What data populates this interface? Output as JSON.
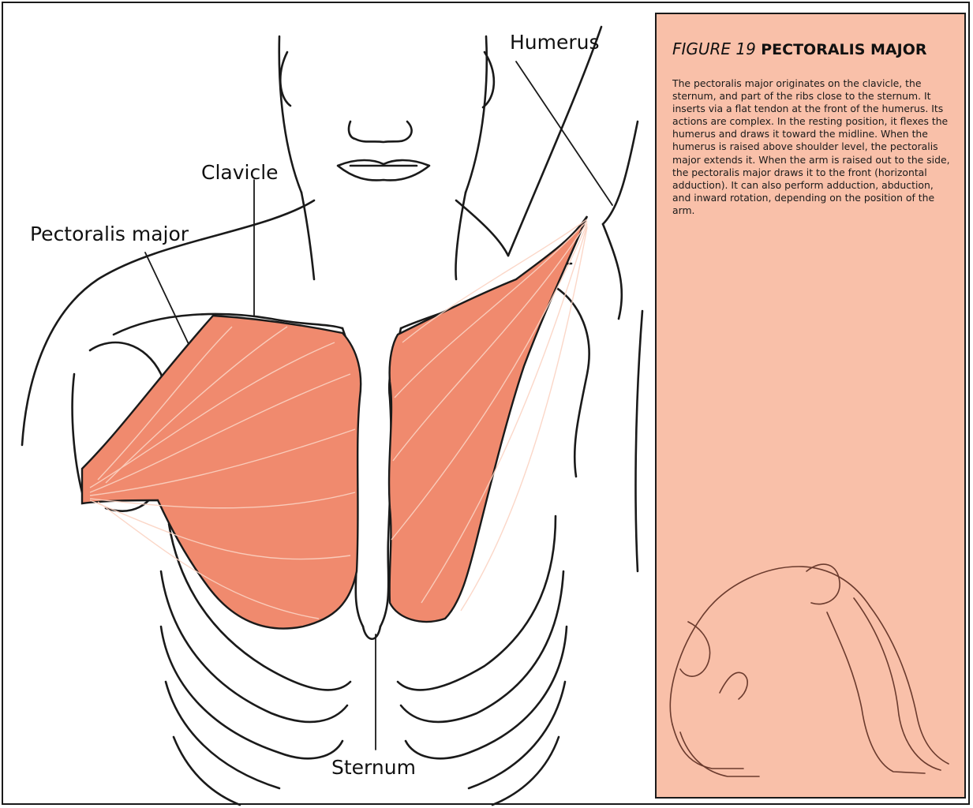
{
  "figure": {
    "number": "FIGURE 19",
    "title": "PECTORALIS MAJOR",
    "description": "The pectoralis major originates on the clavicle, the sternum, and part of the ribs close to the sternum. It inserts via a flat tendon at the front of the humerus. Its actions are complex. In the resting position, it flexes the humerus and draws it toward the midline. When the humerus is raised above shoulder level, the pectoralis major extends it. When the arm is raised out to the side, the pectoralis major draws it to the front (horizontal adduction). It can also perform adduction, abduction, and inward rotation, depending on the position of the arm."
  },
  "labels": {
    "humerus": "Humerus",
    "clavicle": "Clavicle",
    "pectoralis_major": "Pectoralis major",
    "sternum": "Sternum"
  },
  "colors": {
    "muscle": "#f08a6e",
    "muscle_light": "#f6b9a5",
    "panel": "#f9c0a9",
    "outline": "#1a1a1a"
  }
}
